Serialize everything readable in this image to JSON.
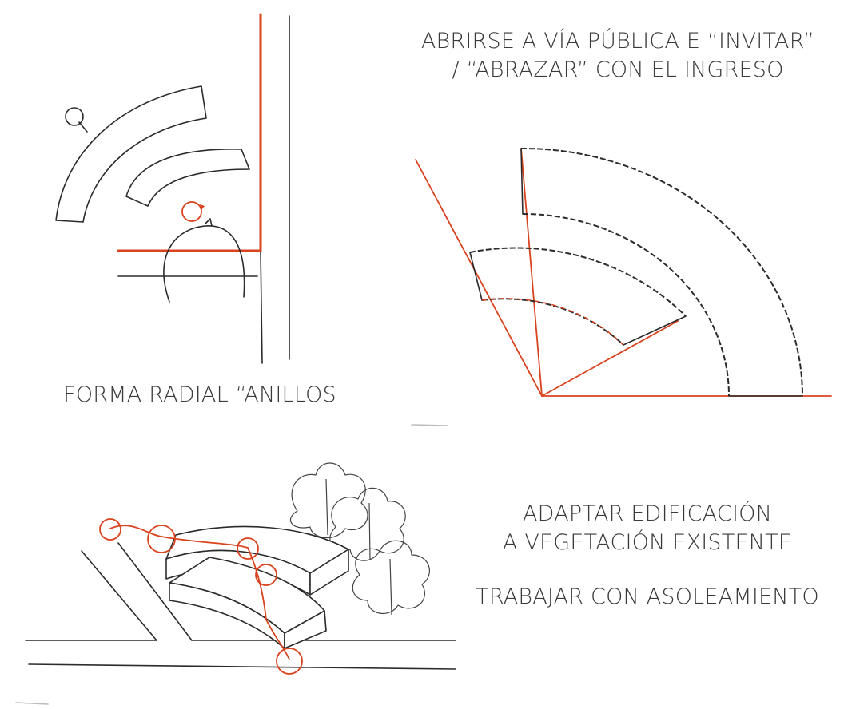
{
  "captions": {
    "top_right_line1": "ABRIRSE A VÍA PÚBLICA E “INVITAR”",
    "top_right_line2": "/ “ABRAZAR” CON EL INGRESO",
    "left_middle": "FORMA RADIAL “ANILLOS",
    "bottom_right_line1": "ADAPTAR EDIFICACIÓN",
    "bottom_right_line2": "A VEGETACIÓN EXISTENTE",
    "bottom_right_line3": "TRABAJAR CON ASOLEAMIENTO"
  },
  "colors": {
    "accent": "#d9431e",
    "ink": "#2b2b2b",
    "text": "#3a3a3a"
  },
  "sketches": [
    "radial-rings-sketch",
    "quarter-circle-entrance-sketch",
    "vegetation-massing-sketch"
  ]
}
